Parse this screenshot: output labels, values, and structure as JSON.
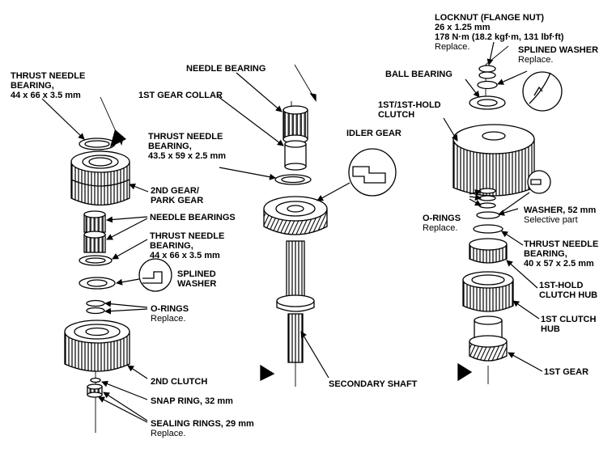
{
  "labels": {
    "locknut": {
      "title": "LOCKNUT (FLANGE NUT)",
      "line1": "26 x 1.25 mm",
      "line2": "178 N·m (18.2 kgf·m, 131 lbf·ft)",
      "note": "Replace."
    },
    "splined_washer_right": {
      "title": "SPLINED WASHER",
      "note": "Replace."
    },
    "ball_bearing": {
      "title": "BALL BEARING"
    },
    "clutch_1st_hold": {
      "line1": "1ST/1ST-HOLD",
      "line2": "CLUTCH"
    },
    "washer_52": {
      "title": "WASHER, 52 mm",
      "note": "Selective part"
    },
    "orings_right": {
      "title": "O-RINGS",
      "note": "Replace."
    },
    "thrust_right": {
      "line1": "THRUST NEEDLE",
      "line2": "BEARING,",
      "spec": "40 x 57 x 2.5 mm"
    },
    "hold_hub": {
      "line1": "1ST-HOLD",
      "line2": "CLUTCH HUB"
    },
    "clutch_hub_1st": {
      "line1": "1ST CLUTCH",
      "line2": "HUB"
    },
    "gear_1st": {
      "title": "1ST GEAR"
    },
    "needle_bearing_top": {
      "title": "NEEDLE BEARING"
    },
    "gear_collar": {
      "title": "1ST GEAR COLLAR"
    },
    "idler_gear": {
      "title": "IDLER GEAR"
    },
    "thrust_center": {
      "line1": "THRUST NEEDLE",
      "line2": "BEARING,",
      "spec": "43.5 x 59 x 2.5 mm"
    },
    "secondary_shaft": {
      "title": "SECONDARY SHAFT"
    },
    "thrust_left_top": {
      "line1": "THRUST NEEDLE",
      "line2": "BEARING,",
      "spec": "44 x 66 x 3.5 mm"
    },
    "gear_2nd": {
      "line1": "2ND GEAR/",
      "line2": "PARK GEAR"
    },
    "needle_bearings": {
      "title": "NEEDLE BEARINGS"
    },
    "thrust_left_mid": {
      "line1": "THRUST NEEDLE",
      "line2": "BEARING,",
      "spec": "44 x 66 x 3.5 mm"
    },
    "splined_washer_left": {
      "line1": "SPLINED",
      "line2": "WASHER"
    },
    "orings_left": {
      "title": "O-RINGS",
      "note": "Replace."
    },
    "clutch_2nd": {
      "title": "2ND CLUTCH"
    },
    "snap_ring": {
      "title": "SNAP RING, 32 mm"
    },
    "sealing_rings": {
      "title": "SEALING RINGS, 29 mm",
      "note": "Replace."
    }
  }
}
